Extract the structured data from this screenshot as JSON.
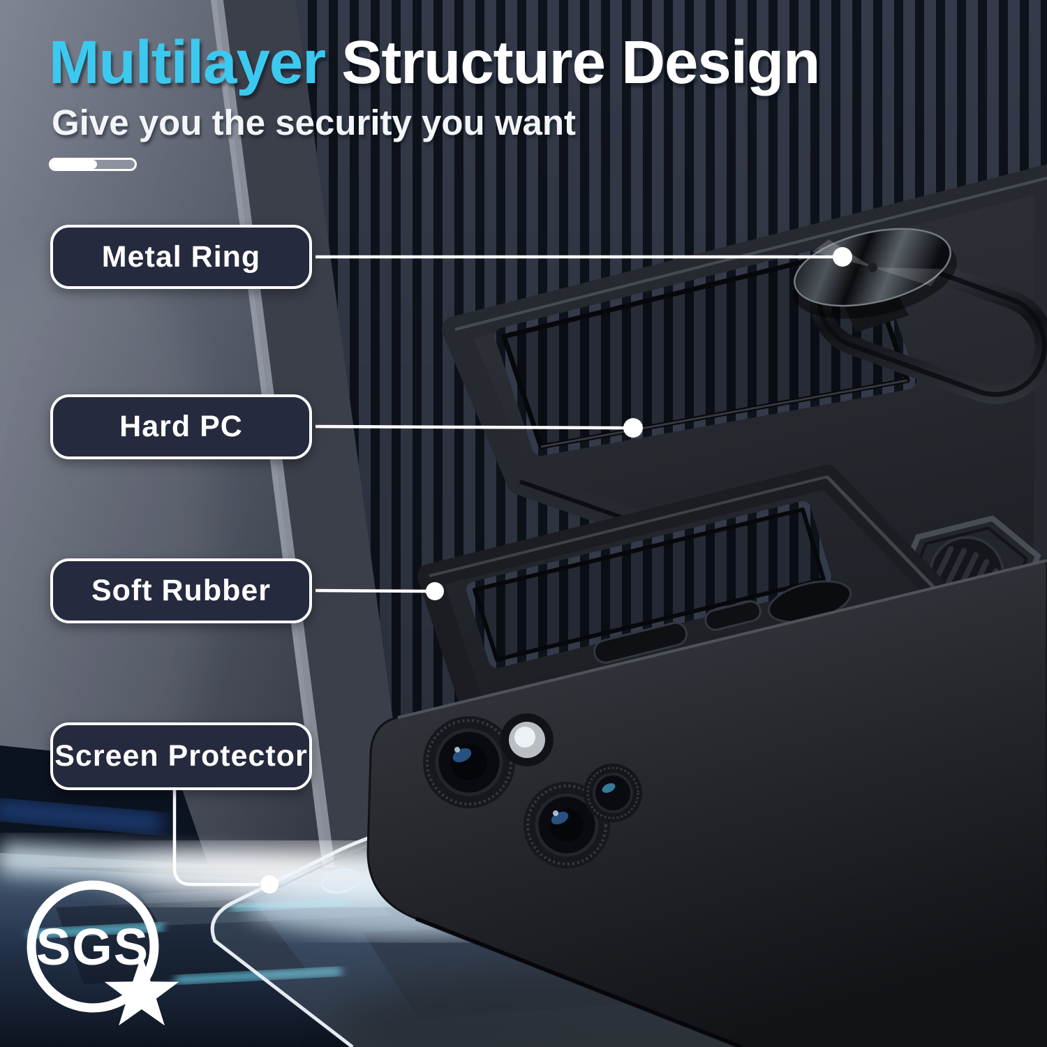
{
  "header": {
    "title_accent": "Multilayer",
    "title_rest": " Structure Design",
    "subtitle": "Give you the security you want"
  },
  "progress": {
    "percent": 55
  },
  "callouts": [
    {
      "id": "metal-ring",
      "label": "Metal Ring"
    },
    {
      "id": "hard-pc",
      "label": "Hard PC"
    },
    {
      "id": "soft-rubber",
      "label": "Soft Rubber"
    },
    {
      "id": "screen-protector",
      "label": "Screen Protector"
    }
  ],
  "certification": {
    "label": "SGS"
  },
  "icons": {
    "star": "★"
  },
  "colors": {
    "accent_cyan": "#3cc9f0",
    "label_bg": "#252a3e",
    "label_border": "#ffffff",
    "floor_glow": "#d9ecf6",
    "neon_streak": "#6fdcf2"
  }
}
